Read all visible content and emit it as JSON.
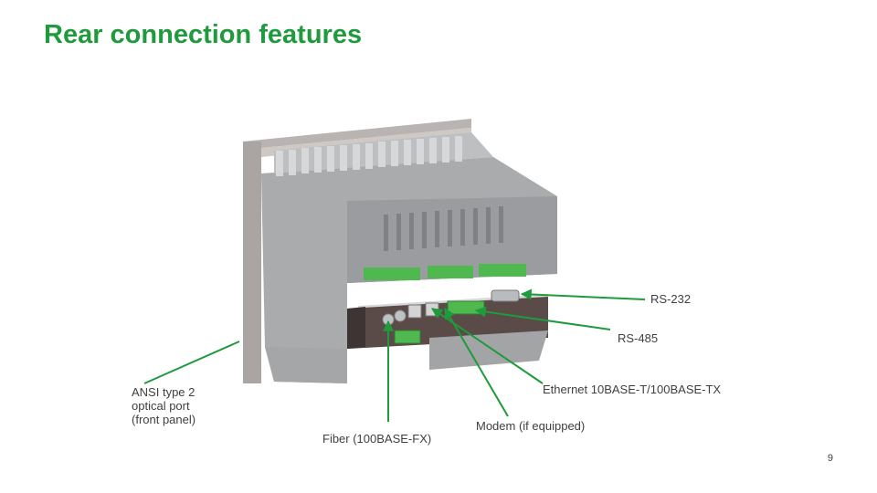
{
  "slide": {
    "title": "Rear connection features",
    "page_number": "9",
    "accent_color": "#1f9a3c"
  },
  "callouts": {
    "rs232": "RS-232",
    "rs485": "RS-485",
    "ethernet": "Ethernet 10BASE-T/100BASE-TX",
    "modem": "Modem (if equipped)",
    "fiber": "Fiber (100BASE-FX)",
    "ansi": "ANSI type 2\noptical port\n(front panel)"
  }
}
